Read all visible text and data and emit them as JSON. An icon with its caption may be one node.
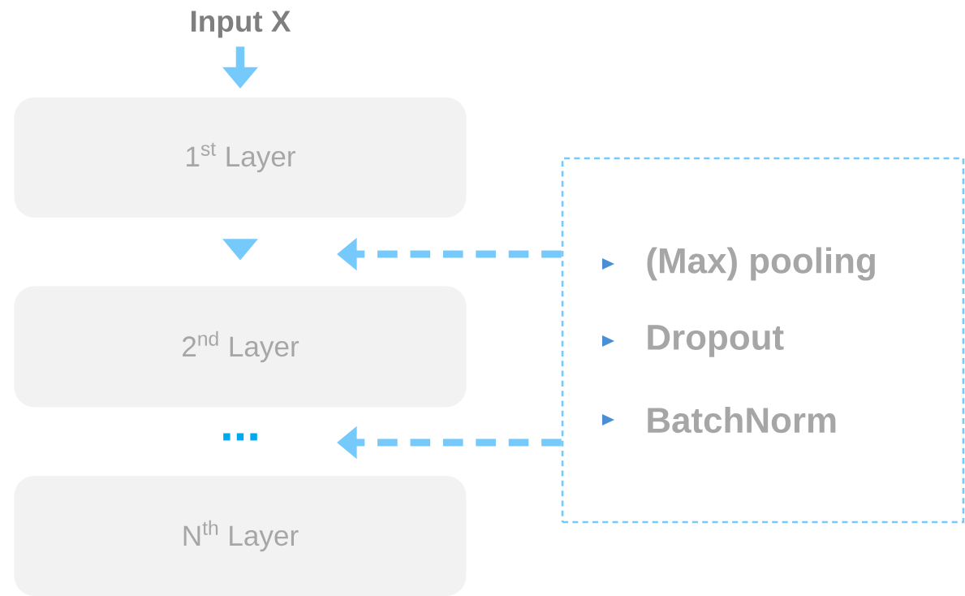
{
  "diagram": {
    "nodes": [
      {
        "text": [
          "Input X"
        ]
      },
      {
        "text": [
          "1$^{st}$ Layer"
        ]
      },
      {
        "text": [
          "2$^{nd}$ Layer"
        ]
      },
      {
        "text": [
          "N$^{th}$ Layer"
        ]
      },
      {
        "text": [
          "(Max) pooling",
          "Dropout",
          "BatchNorm"
        ]
      }
    ],
    "edges": [
      {
        "from": 0,
        "to": 1,
        "arrow": "to"
      },
      {
        "from": 1,
        "to": 2,
        "arrow": "to"
      },
      {
        "from": 4,
        "to": null,
        "arrow": "to",
        "style": "dashed"
      },
      {
        "from": 4,
        "to": null,
        "arrow": "to",
        "style": "dashed"
      }
    ],
    "labels": [
      "..."
    ]
  }
}
